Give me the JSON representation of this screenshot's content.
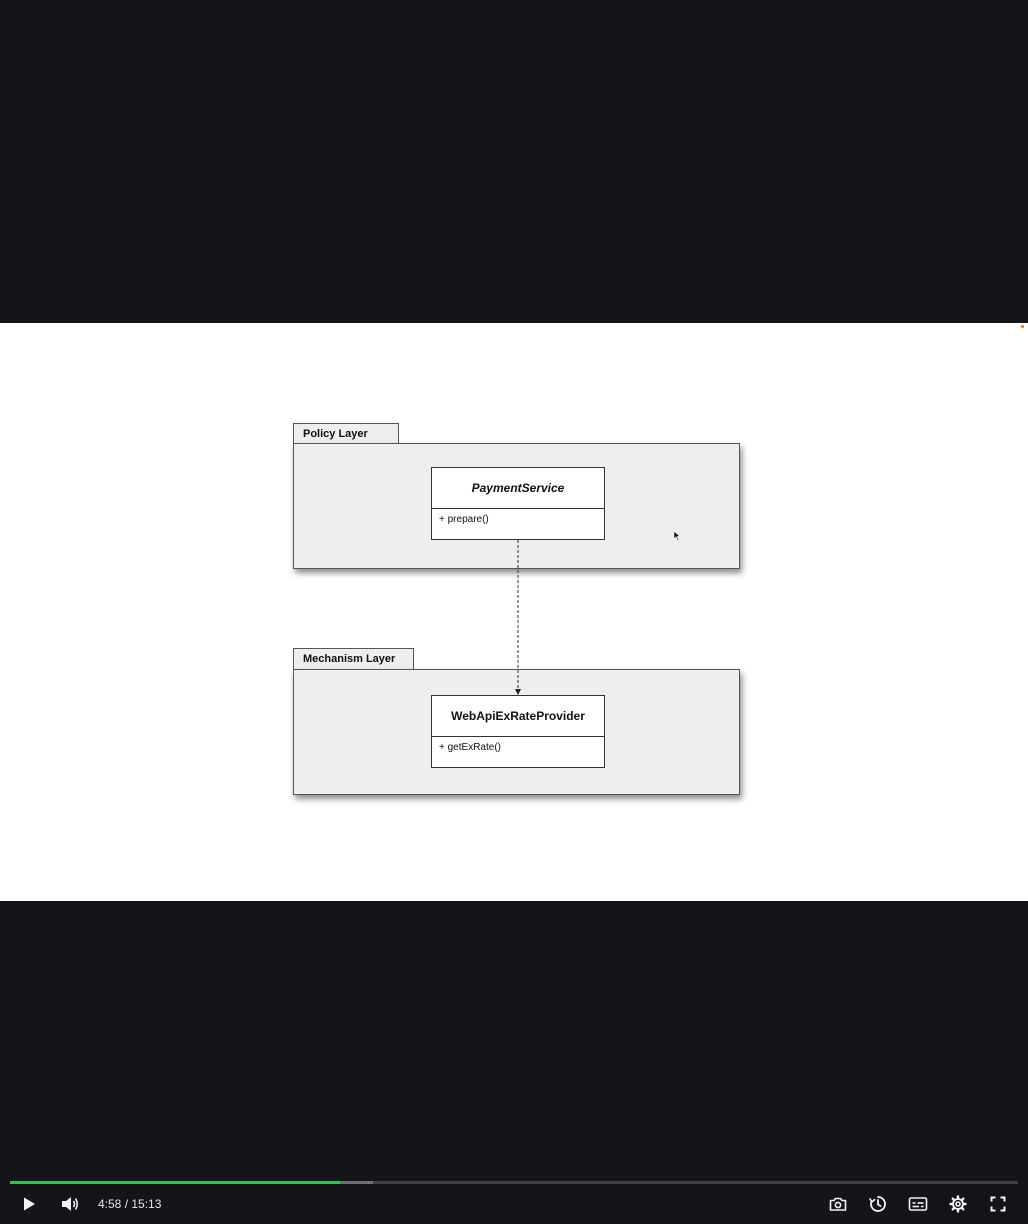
{
  "slide": {
    "policy_layer": {
      "label": "Policy Layer",
      "class": {
        "name": "PaymentService",
        "method": "+ prepare()"
      }
    },
    "mechanism_layer": {
      "label": "Mechanism Layer",
      "class": {
        "name": "WebApiExRateProvider",
        "method": "+ getExRate()"
      }
    }
  },
  "controls": {
    "time": "4:58 / 15:13",
    "progress_played": 0.327,
    "progress_buffered": 0.36,
    "accent_color": "#2fc05c",
    "icons": [
      "play-icon",
      "volume-icon",
      "camera-icon",
      "speed-icon",
      "captions-icon",
      "settings-icon",
      "fullscreen-icon"
    ]
  }
}
